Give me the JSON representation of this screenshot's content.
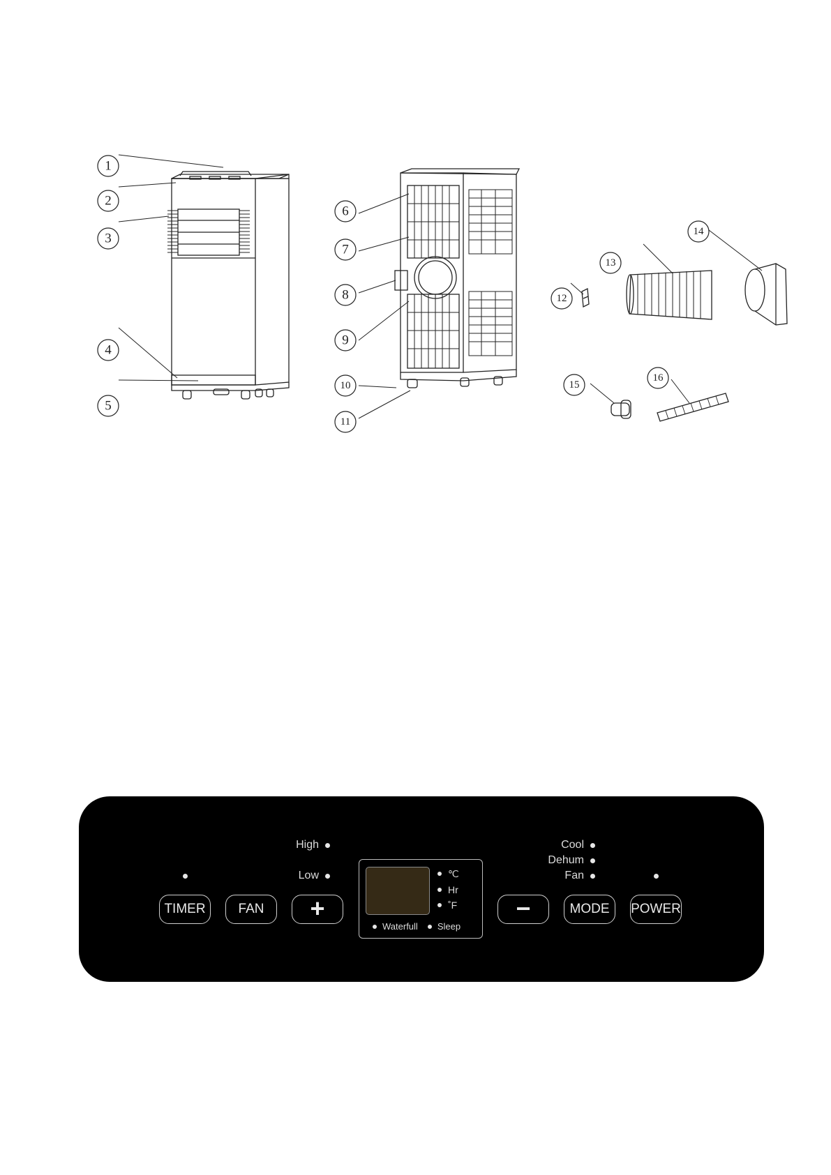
{
  "callouts": [
    "1",
    "2",
    "3",
    "4",
    "5",
    "6",
    "7",
    "8",
    "9",
    "10",
    "11",
    "12",
    "13",
    "14",
    "15",
    "16"
  ],
  "panel": {
    "buttons": {
      "timer": "TIMER",
      "fan": "FAN",
      "plus": "+",
      "minus": "−",
      "mode": "MODE",
      "power": "POWER"
    },
    "fan_speed": {
      "high": "High",
      "low": "Low"
    },
    "modes": {
      "cool": "Cool",
      "dehum": "Dehum",
      "fan": "Fan"
    },
    "display": {
      "units": {
        "celsius": "℃",
        "hours": "Hr",
        "fahrenheit": "˚F"
      },
      "waterfull": "Waterfull",
      "sleep": "Sleep"
    }
  },
  "colors": {
    "panel_bg": "#000000",
    "lcd_bg": "#352a16",
    "line": "#222222"
  }
}
